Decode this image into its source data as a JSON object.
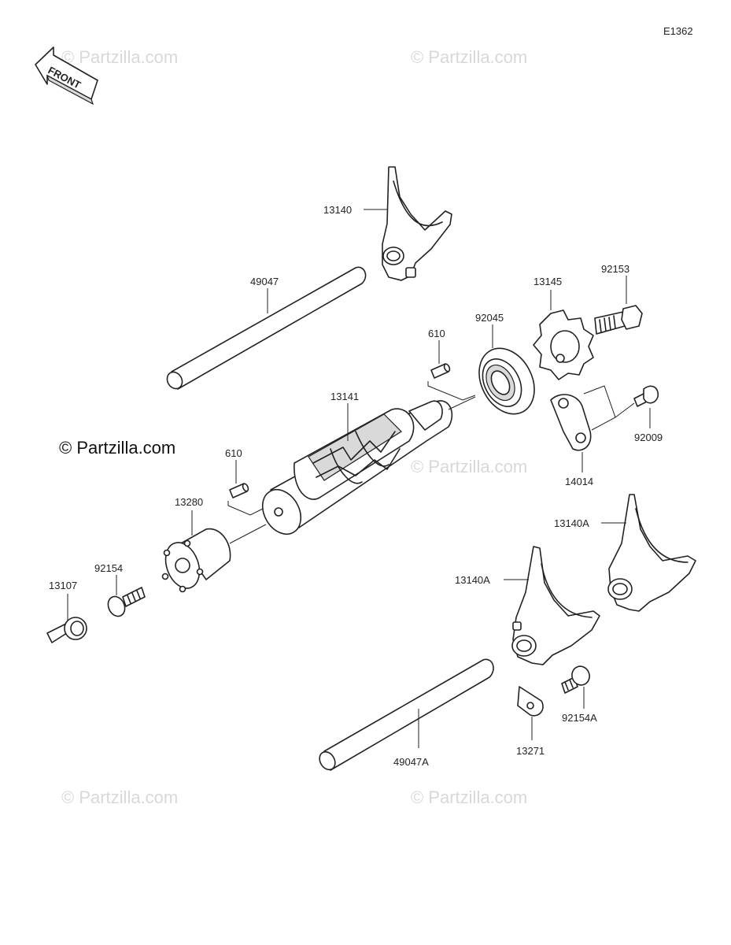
{
  "diagram_code": "E1362",
  "front_label": "FRONT",
  "watermark_main": "© Partzilla.com",
  "watermark_faint": "© Partzilla.com",
  "labels": {
    "p13140": "13140",
    "p49047": "49047",
    "p13145": "13145",
    "p92153": "92153",
    "p92045": "92045",
    "p610_top": "610",
    "p13141": "13141",
    "p92009": "92009",
    "p14014": "14014",
    "p610_left": "610",
    "p13280": "13280",
    "p92154": "92154",
    "p13107": "13107",
    "p13140A_right": "13140A",
    "p13140A_left": "13140A",
    "p92154A": "92154A",
    "p49047A": "49047A",
    "p13271": "13271"
  }
}
